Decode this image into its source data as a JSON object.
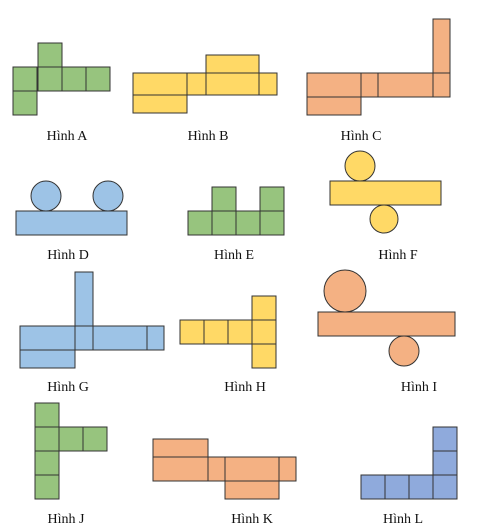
{
  "figures": [
    {
      "label": "Hình A",
      "shape": "net-cube",
      "color": "green"
    },
    {
      "label": "Hình B",
      "shape": "net-prism",
      "color": "yellow"
    },
    {
      "label": "Hình C",
      "shape": "net-prism",
      "color": "orange"
    },
    {
      "label": "Hình D",
      "shape": "net-cylinder",
      "color": "blue"
    },
    {
      "label": "Hình E",
      "shape": "net-cube",
      "color": "green"
    },
    {
      "label": "Hình F",
      "shape": "net-cylinder",
      "color": "yellow"
    },
    {
      "label": "Hình G",
      "shape": "net-prism",
      "color": "blue"
    },
    {
      "label": "Hình H",
      "shape": "net-cube",
      "color": "yellow"
    },
    {
      "label": "Hình I",
      "shape": "net-cylinder",
      "color": "orange"
    },
    {
      "label": "Hình J",
      "shape": "net-cube",
      "color": "green"
    },
    {
      "label": "Hình K",
      "shape": "net-prism",
      "color": "orange"
    },
    {
      "label": "Hình L",
      "shape": "net-cube",
      "color": "blue"
    }
  ],
  "colors": {
    "green": "#97c47e",
    "yellow": "#ffd966",
    "orange": "#f4b183",
    "blue": "#9dc3e6",
    "indigo": "#8faadc"
  }
}
